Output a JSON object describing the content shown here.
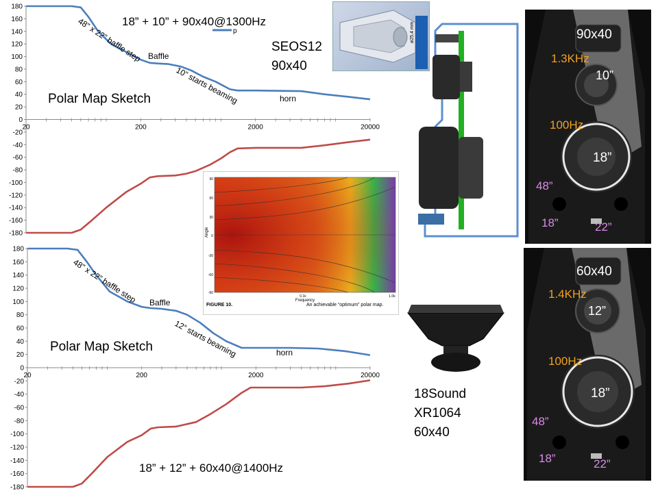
{
  "colors": {
    "upper_curve": "#4a7ebb",
    "lower_curve": "#be4b48",
    "woofer_freq": "#f2a21e",
    "cabinet_dim": "#d98ce8",
    "photo_text": "#ffffff",
    "axis": "#888888",
    "grid_ticks": "#888888"
  },
  "chart_data": [
    {
      "type": "line",
      "title": "18” + 10” + 90x40@1300Hz",
      "legend": "p",
      "x_scale": "log",
      "xlim": [
        20,
        20000
      ],
      "ylim": [
        -180,
        180
      ],
      "x_ticks": [
        "20",
        "200",
        "2000",
        "20000"
      ],
      "y_ticks": [
        "180",
        "160",
        "140",
        "120",
        "100",
        "80",
        "60",
        "40",
        "20",
        "0",
        "-20",
        "-40",
        "-60",
        "-80",
        "-100",
        "-120",
        "-140",
        "-160",
        "-180"
      ],
      "series": [
        {
          "name": "p",
          "color_key": "upper_curve",
          "points": [
            [
              20,
              180
            ],
            [
              50,
              180
            ],
            [
              60,
              178
            ],
            [
              70,
              163
            ],
            [
              85,
              140
            ],
            [
              110,
              120
            ],
            [
              150,
              107
            ],
            [
              200,
              95
            ],
            [
              240,
              90
            ],
            [
              280,
              89
            ],
            [
              350,
              88
            ],
            [
              450,
              84
            ],
            [
              550,
              78
            ],
            [
              700,
              68
            ],
            [
              900,
              60
            ],
            [
              1200,
              48
            ],
            [
              1400,
              46
            ],
            [
              2000,
              46
            ],
            [
              5000,
              45
            ],
            [
              8000,
              40
            ],
            [
              13000,
              36
            ],
            [
              20000,
              32
            ]
          ]
        },
        {
          "name": "",
          "color_key": "lower_curve",
          "points": [
            [
              20,
              -180
            ],
            [
              50,
              -180
            ],
            [
              60,
              -175
            ],
            [
              75,
              -160
            ],
            [
              100,
              -140
            ],
            [
              150,
              -115
            ],
            [
              200,
              -102
            ],
            [
              240,
              -92
            ],
            [
              280,
              -90
            ],
            [
              400,
              -89
            ],
            [
              500,
              -86
            ],
            [
              600,
              -82
            ],
            [
              800,
              -72
            ],
            [
              1000,
              -62
            ],
            [
              1200,
              -52
            ],
            [
              1400,
              -46
            ],
            [
              2000,
              -45
            ],
            [
              5000,
              -45
            ],
            [
              8000,
              -41
            ],
            [
              13000,
              -36
            ],
            [
              20000,
              -32
            ]
          ]
        }
      ],
      "annotations": [
        {
          "text": "48” x 22” baffle step"
        },
        {
          "text": "Baffle"
        },
        {
          "text": "10” starts beaming"
        },
        {
          "text": "horn"
        },
        {
          "text": "Polar Map Sketch"
        }
      ]
    },
    {
      "type": "line",
      "title": "18” + 12” + 60x40@1400Hz",
      "x_scale": "log",
      "xlim": [
        20,
        20000
      ],
      "ylim": [
        -180,
        180
      ],
      "x_ticks": [
        "20",
        "200",
        "2000",
        "20000"
      ],
      "y_ticks": [
        "180",
        "160",
        "140",
        "120",
        "100",
        "80",
        "60",
        "40",
        "20",
        "0",
        "-20",
        "-40",
        "-60",
        "-80",
        "-100",
        "-120",
        "-140",
        "-160",
        "-180"
      ],
      "series": [
        {
          "name": "",
          "color_key": "upper_curve",
          "points": [
            [
              20,
              180
            ],
            [
              45,
              180
            ],
            [
              55,
              178
            ],
            [
              65,
              162
            ],
            [
              80,
              140
            ],
            [
              105,
              115
            ],
            [
              150,
              100
            ],
            [
              200,
              92
            ],
            [
              240,
              90
            ],
            [
              300,
              89
            ],
            [
              400,
              86
            ],
            [
              500,
              80
            ],
            [
              650,
              68
            ],
            [
              850,
              52
            ],
            [
              1100,
              40
            ],
            [
              1500,
              30
            ],
            [
              2000,
              30
            ],
            [
              4000,
              30
            ],
            [
              7000,
              29
            ],
            [
              12000,
              25
            ],
            [
              20000,
              19
            ]
          ]
        },
        {
          "name": "",
          "color_key": "lower_curve",
          "points": [
            [
              20,
              -180
            ],
            [
              50,
              -180
            ],
            [
              60,
              -175
            ],
            [
              75,
              -158
            ],
            [
              100,
              -135
            ],
            [
              150,
              -112
            ],
            [
              200,
              -102
            ],
            [
              240,
              -92
            ],
            [
              280,
              -90
            ],
            [
              400,
              -89
            ],
            [
              600,
              -82
            ],
            [
              800,
              -70
            ],
            [
              1100,
              -55
            ],
            [
              1500,
              -38
            ],
            [
              1800,
              -30
            ],
            [
              3000,
              -30
            ],
            [
              5000,
              -30
            ],
            [
              8000,
              -28
            ],
            [
              13000,
              -24
            ],
            [
              20000,
              -19
            ]
          ]
        }
      ],
      "annotations": [
        {
          "text": "48” x 22” baffle step"
        },
        {
          "text": "Baffle"
        },
        {
          "text": "12” starts beaming"
        },
        {
          "text": "horn"
        },
        {
          "text": "Polar Map Sketch"
        }
      ]
    }
  ],
  "inset_figure": {
    "caption_label": "FIGURE 10.",
    "caption_text": "An achievable “optimum” polar map.",
    "y_axis_label": "Angle",
    "x_axis_label": "Frequency",
    "x_ticks": [
      "0.1k",
      "1.0k"
    ],
    "y_ticks": [
      "90",
      "60",
      "30",
      "0",
      "-30",
      "-60",
      "-90"
    ]
  },
  "horn_labels": {
    "seos": [
      "SEOS12",
      "90x40"
    ],
    "xr1064": [
      "18Sound",
      "XR1064",
      "60x40"
    ],
    "dimension": "ø25,4 mm"
  },
  "speaker_top": {
    "horn": "90x40",
    "crossover": "1.3KHz",
    "mid": "10”",
    "woofer_xo": "100Hz",
    "woofer": "18”",
    "height": "48”",
    "depth": "18”",
    "width": "22”"
  },
  "speaker_bottom": {
    "horn": "60x40",
    "crossover": "1.4KHz",
    "mid": "12”",
    "woofer_xo": "100Hz",
    "woofer": "18”",
    "height": "48”",
    "depth": "18”",
    "width": "22”"
  }
}
